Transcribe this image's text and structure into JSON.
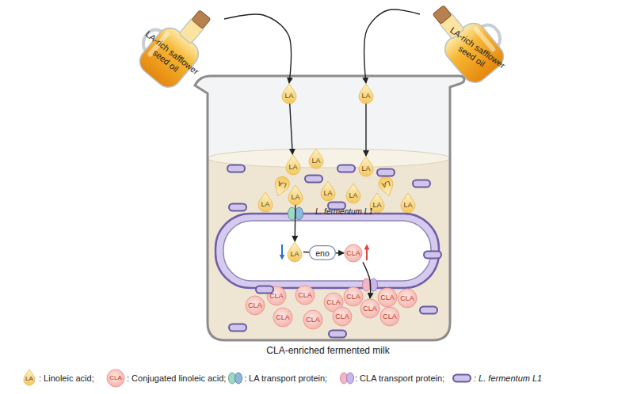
{
  "diagram": {
    "nodes": [
      {
        "text": [
          "LA-rich safflower seed oil"
        ]
      },
      {
        "text": [
          "LA-rich safflower seed oil"
        ]
      },
      {
        "text": [
          "CLA-enriched fermented milk"
        ]
      },
      {
        "text": [
          "LA"
        ],
        "in": 2
      },
      {
        "text": [
          "LA"
        ],
        "in": 2
      },
      {
        "text": [
          "LA"
        ],
        "in": 2
      },
      {
        "text": [
          "LA"
        ],
        "in": 2
      },
      {
        "text": [
          "LA"
        ],
        "in": 2
      },
      {
        "text": [
          "LA"
        ],
        "in": 2
      },
      {
        "text": [
          "LA"
        ],
        "in": 2
      },
      {
        "text": [
          "LA"
        ],
        "in": 2
      },
      {
        "text": [
          "LA"
        ],
        "in": 2
      },
      {
        "text": [
          "LA"
        ],
        "in": 2
      },
      {
        "text": [
          "LA"
        ],
        "in": 2
      },
      {
        "text": [
          "LA"
        ],
        "in": 2
      },
      {
        "text": [
          "LA"
        ],
        "in": 2
      },
      {
        "text": [
          "L. fermentum L1"
        ],
        "in": 2
      },
      {
        "text": [
          "LA"
        ],
        "in": 16
      },
      {
        "text": [
          "eno"
        ],
        "in": 16
      },
      {
        "text": [
          "CLA"
        ],
        "in": 16
      },
      {
        "text": [
          "CLA"
        ],
        "in": 2
      },
      {
        "text": [
          "CLA"
        ],
        "in": 2
      },
      {
        "text": [
          "CLA"
        ],
        "in": 2
      },
      {
        "text": [
          "CLA"
        ],
        "in": 2
      },
      {
        "text": [
          "CLA"
        ],
        "in": 2
      },
      {
        "text": [
          "CLA"
        ],
        "in": 2
      },
      {
        "text": [
          "CLA"
        ],
        "in": 2
      },
      {
        "text": [
          "CLA"
        ],
        "in": 2
      },
      {
        "text": [
          "CLA"
        ],
        "in": 2
      },
      {
        "text": [
          "CLA"
        ],
        "in": 2
      },
      {
        "text": [
          "CLA"
        ],
        "in": 2
      },
      {
        "text": [
          "CLA"
        ],
        "in": 2
      }
    ],
    "edges": [
      {
        "from": 0,
        "to": 3,
        "arrow": "to"
      },
      {
        "from": 1,
        "to": 4,
        "arrow": "to"
      },
      {
        "from": 3,
        "to": 5,
        "arrow": "to"
      },
      {
        "from": 4,
        "to": 7,
        "arrow": "to"
      },
      {
        "from": 9,
        "to": 17,
        "arrow": "to"
      },
      {
        "from": 17,
        "to": 18,
        "arrow": "none"
      },
      {
        "from": 18,
        "to": 19,
        "arrow": "to"
      },
      {
        "from": 19,
        "to": 28,
        "arrow": "to"
      }
    ],
    "labels": [
      "LA",
      "CLA"
    ],
    "legend": [
      {
        "text": ": Linoleic acid;"
      },
      {
        "text": ": Conjugated linoleic acid;"
      },
      {
        "text": ": LA transport protein;"
      },
      {
        "text": ": CLA transport protein;"
      },
      {
        "text": ": L. fermentum L1"
      }
    ]
  }
}
